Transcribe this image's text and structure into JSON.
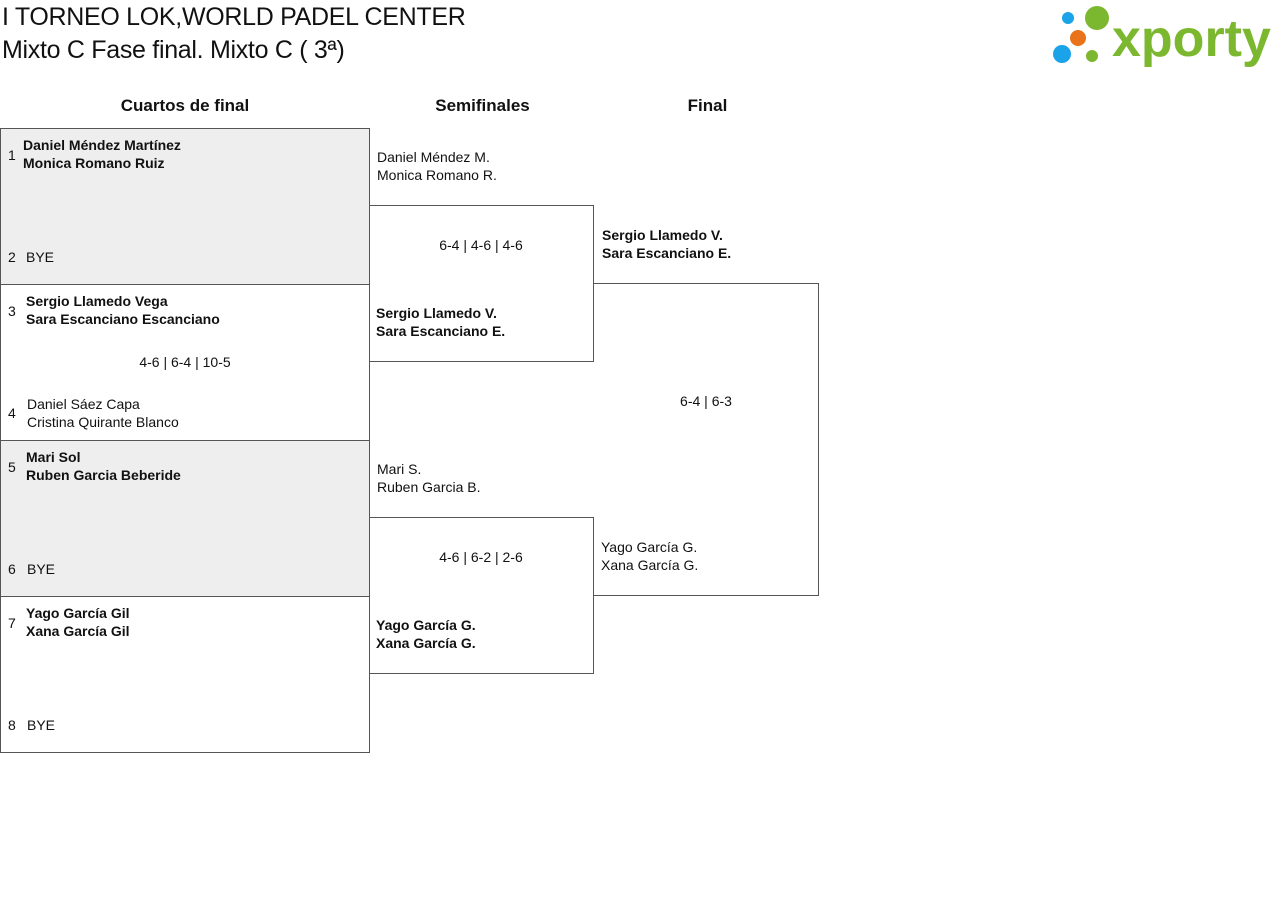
{
  "header": {
    "title_line1": "I TORNEO LOK,WORLD PADEL CENTER",
    "title_line2": "Mixto C Fase final. Mixto C ( 3ª)",
    "logo_text": "xporty"
  },
  "colors": {
    "logo_green": "#7cb82f",
    "logo_blue": "#1aa3e8",
    "logo_orange": "#e8731a"
  },
  "rounds": [
    "Cuartos de final",
    "Semifinales",
    "Final"
  ],
  "quarterfinals": [
    {
      "top_seed": "1",
      "top_team": [
        "Daniel Méndez Martínez",
        "Monica Romano Ruiz"
      ],
      "bottom_seed": "2",
      "bottom_team": [
        "BYE"
      ],
      "score": ""
    },
    {
      "top_seed": "3",
      "top_team": [
        "Sergio Llamedo Vega",
        "Sara Escanciano Escanciano"
      ],
      "bottom_seed": "4",
      "bottom_team": [
        "Daniel Sáez Capa",
        "Cristina Quirante Blanco"
      ],
      "score": "4-6 | 6-4 | 10-5"
    },
    {
      "top_seed": "5",
      "top_team": [
        "Mari Sol",
        "Ruben Garcia Beberide"
      ],
      "bottom_seed": "6",
      "bottom_team": [
        "BYE"
      ],
      "score": ""
    },
    {
      "top_seed": "7",
      "top_team": [
        "Yago García Gil",
        "Xana García Gil"
      ],
      "bottom_seed": "8",
      "bottom_team": [
        "BYE"
      ],
      "score": ""
    }
  ],
  "semifinals": [
    {
      "top_team": [
        "Daniel Méndez M.",
        "Monica Romano R."
      ],
      "bottom_team": [
        "Sergio Llamedo V.",
        "Sara Escanciano E."
      ],
      "score": "6-4 | 4-6 | 4-6"
    },
    {
      "top_team": [
        "Mari S.",
        "Ruben Garcia B."
      ],
      "bottom_team": [
        "Yago García G.",
        "Xana García G."
      ],
      "score": "4-6 | 6-2 | 2-6"
    }
  ],
  "final": {
    "top_team": [
      "Sergio Llamedo V.",
      "Sara Escanciano E."
    ],
    "bottom_team": [
      "Yago García G.",
      "Xana García G."
    ],
    "score": "6-4 | 6-3"
  }
}
